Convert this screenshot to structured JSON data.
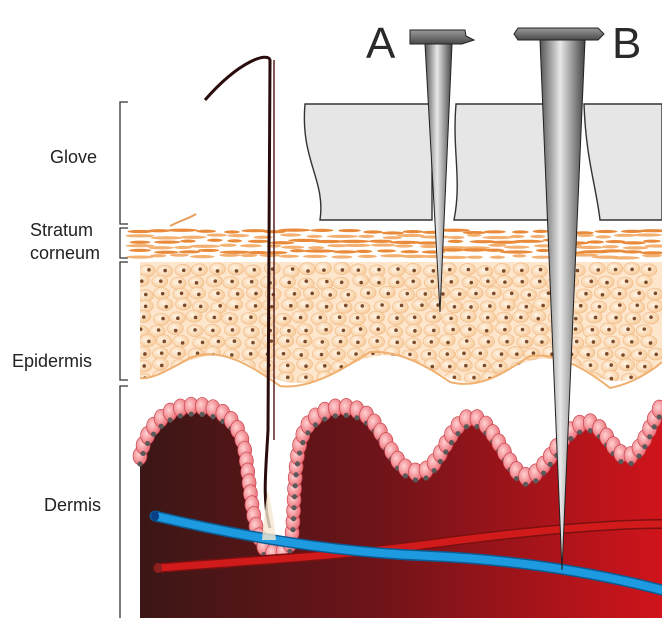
{
  "labels": {
    "glove": "Glove",
    "stratum_line1": "Stratum",
    "stratum_line2": "corneum",
    "epidermis": "Epidermis",
    "dermis": "Dermis"
  },
  "needles": {
    "a": "A",
    "b": "B"
  },
  "colors": {
    "glove": "#e6e6e6",
    "stratum": "#f0a35a",
    "epidermis_cell": "#fbd7ad",
    "nucleus": "#7a4a2a",
    "dermis_dark": "#3b1616",
    "dermis_red": "#c8141c",
    "papilla_cell": "#f08a8a",
    "vein": "#1e9be0",
    "artery": "#d11a1a",
    "needle": "#8a8a8a"
  }
}
